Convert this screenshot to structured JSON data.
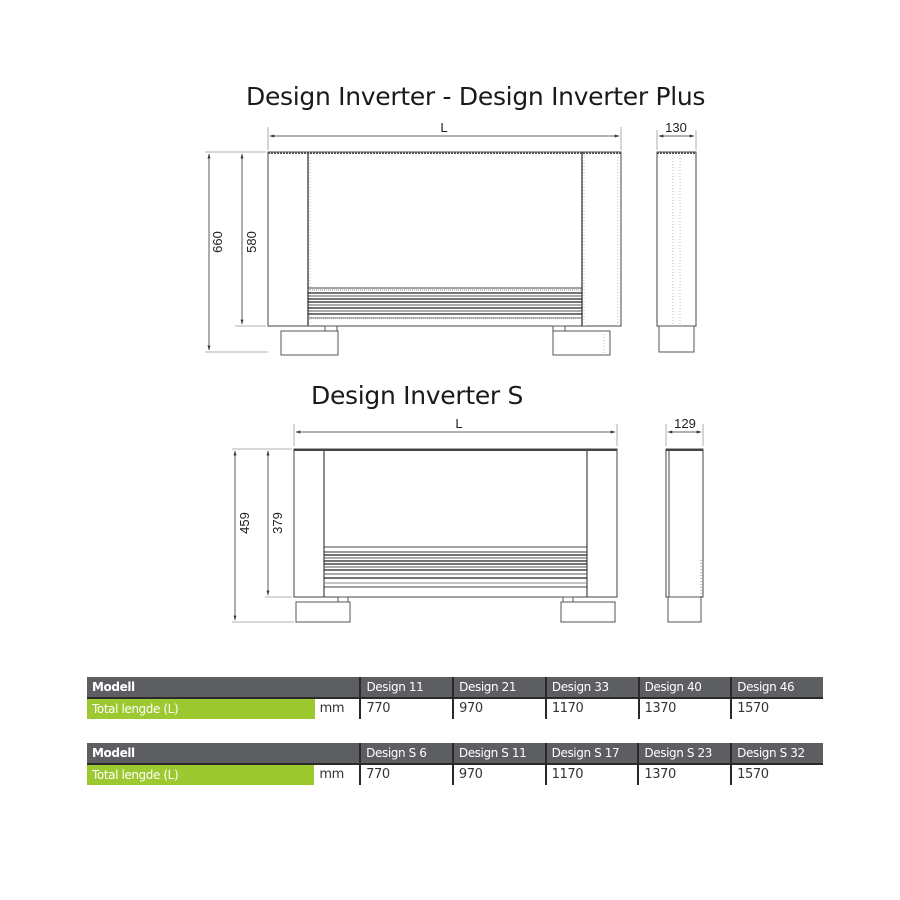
{
  "titles": {
    "top": "Design Inverter - Design Inverter Plus",
    "bottom": "Design Inverter S"
  },
  "drawing_top": {
    "length_label": "L",
    "depth_label": "130",
    "height_total": "660",
    "height_body": "580"
  },
  "drawing_bottom": {
    "length_label": "L",
    "depth_label": "129",
    "height_total": "459",
    "height_body": "379"
  },
  "table1": {
    "header_label": "Modell",
    "row_label": "Total lengde (L)",
    "unit": "mm",
    "columns": [
      "Design 11",
      "Design 21",
      "Design 33",
      "Design 40",
      "Design 46"
    ],
    "values": [
      "770",
      "970",
      "1170",
      "1370",
      "1570"
    ]
  },
  "table2": {
    "header_label": "Modell",
    "row_label": "Total lengde (L)",
    "unit": "mm",
    "columns": [
      "Design S 6",
      "Design S 11",
      "Design S 17",
      "Design S 23",
      "Design S 32"
    ],
    "values": [
      "770",
      "970",
      "1170",
      "1370",
      "1570"
    ]
  },
  "colors": {
    "header_bg": "#5d5e62",
    "accent_green": "#9cc830",
    "divider": "#2a2a2a"
  }
}
